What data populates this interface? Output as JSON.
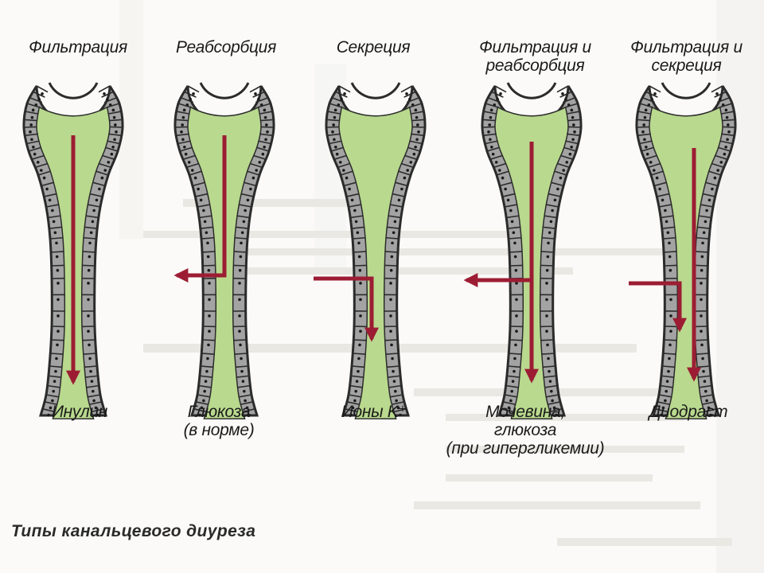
{
  "caption": "Типы канальцевого диуреза",
  "panels": [
    {
      "title": "Фильтрация",
      "substance": "Инулин",
      "process": "filtration"
    },
    {
      "title": "Реабсорбция",
      "substance": "Глюкоза\n(в норме)",
      "process": "reabsorption"
    },
    {
      "title": "Секреция",
      "substance": "Ионы K⁺",
      "process": "secretion"
    },
    {
      "title": "Фильтрация и\nреабсорбция",
      "substance": "Мочевина,\nглюкоза\n(при гипергликемии)",
      "process": "filtration-reabsorption"
    },
    {
      "title": "Фильтрация и\nсекреция",
      "substance": "Диодраст",
      "process": "filtration-secretion"
    }
  ],
  "colors": {
    "lumen": "#b9d98e",
    "epithelium": "#a3a3a3",
    "outline": "#2b2b2b",
    "arrow": "#9c1d33",
    "ghost_text": "#e2e0dc"
  }
}
